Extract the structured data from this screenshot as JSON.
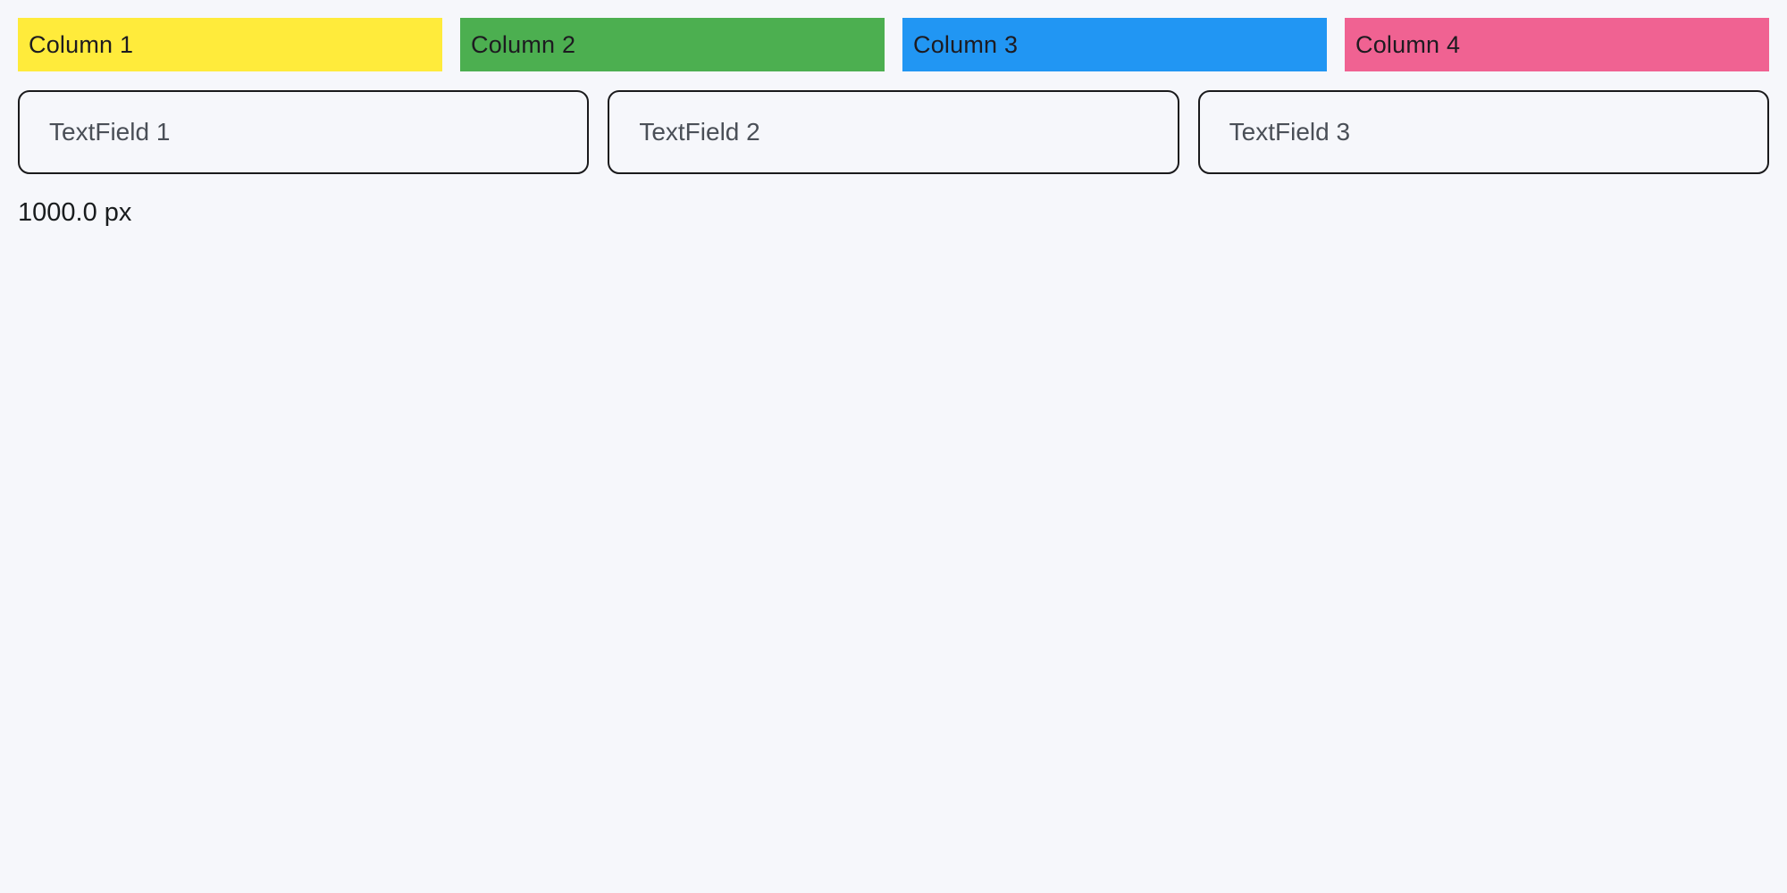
{
  "page": {
    "background_color": "#F6F7FB",
    "width_label": "1000.0 px"
  },
  "columns": [
    {
      "label": "Column 1",
      "color": "#FFEB3B"
    },
    {
      "label": "Column 2",
      "color": "#4CAF50"
    },
    {
      "label": "Column 3",
      "color": "#2196F3"
    },
    {
      "label": "Column 4",
      "color": "#F06292"
    }
  ],
  "textfields": [
    {
      "placeholder": "TextField 1",
      "value": ""
    },
    {
      "placeholder": "TextField 2",
      "value": ""
    },
    {
      "placeholder": "TextField 3",
      "value": ""
    }
  ]
}
